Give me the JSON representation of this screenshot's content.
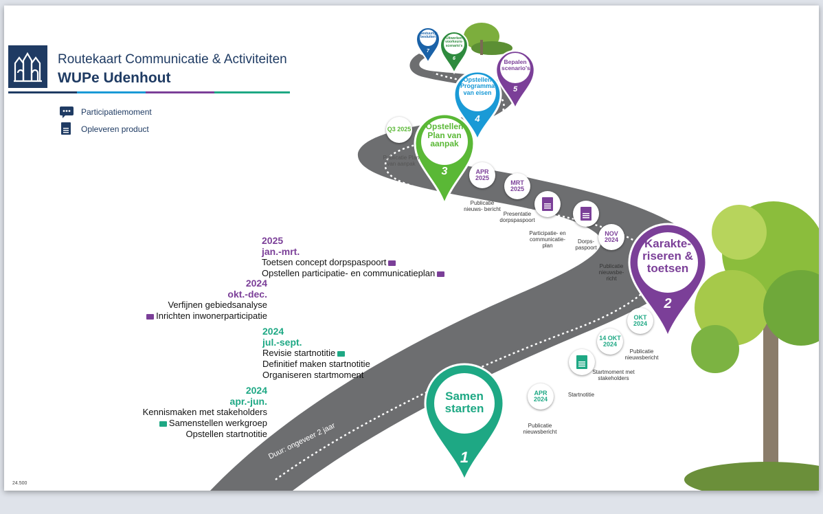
{
  "header": {
    "title": "Routekaart Communicatie & Activiteiten",
    "subtitle": "WUPe Udenhout"
  },
  "legend": [
    {
      "label": "Participatiemoment",
      "icon": "chat-icon"
    },
    {
      "label": "Opleveren product",
      "icon": "document-icon"
    }
  ],
  "colors": {
    "navy": "#1f3b63",
    "purple": "#7b3f98",
    "green": "#1ea884",
    "lightgreen": "#5ab836",
    "blue": "#1a9ad6",
    "darkgreen": "#2e8b3e",
    "road": "#6d6e70"
  },
  "phases": [
    {
      "year": "2025",
      "period": "jan.-mrt.",
      "color": "purple",
      "activities": [
        {
          "text": "Toetsen concept dorpspaspoort",
          "chat": "after"
        },
        {
          "text": "Opstellen participatie- en communicatieplan",
          "chat": "after"
        }
      ]
    },
    {
      "year": "2024",
      "period": "okt.-dec.",
      "color": "purple",
      "activities": [
        {
          "text": "Verfijnen gebiedsanalyse",
          "chat": ""
        },
        {
          "text": "Inrichten inwonerparticipatie",
          "chat": "before"
        }
      ]
    },
    {
      "year": "2024",
      "period": "jul.-sept.",
      "color": "green",
      "activities": [
        {
          "text": "Revisie startnotitie",
          "chat": "after"
        },
        {
          "text": "Definitief maken startnotitie",
          "chat": ""
        },
        {
          "text": "Organiseren startmoment",
          "chat": ""
        }
      ]
    },
    {
      "year": "2024",
      "period": "apr.-jun.",
      "color": "green",
      "activities": [
        {
          "text": "Kennismaken met stakeholders",
          "chat": ""
        },
        {
          "text": "Samenstellen werkgroep",
          "chat": "before"
        },
        {
          "text": "Opstellen startnotitie",
          "chat": ""
        }
      ]
    }
  ],
  "milestones": {
    "m1": {
      "title": "Samen starten",
      "number": "1"
    },
    "m2": {
      "title": "Karakte- riseren & toetsen",
      "number": "2"
    },
    "m3": {
      "title": "Opstellen Plan van aanpak",
      "number": "3"
    },
    "m4": {
      "title": "Opstellen Programma van eisen",
      "number": "4"
    },
    "m5": {
      "title": "Bepalen scenario's",
      "number": "5"
    },
    "m6": {
      "title": "Uitwerken voorkeurs- scenario's",
      "number": "6"
    },
    "m7": {
      "title": "Bestuurlijk besluiten",
      "number": "7"
    }
  },
  "road_items": {
    "apr2024": {
      "date": "APR 2024",
      "label": "Publicatie nieuwsbericht"
    },
    "startnotitie": {
      "label": "Startnotitie"
    },
    "okt14": {
      "date": "14 OKT 2024",
      "label": "Startmoment met stakeholders"
    },
    "okt2024": {
      "date": "OKT 2024",
      "label": "Publicatie nieuwsbericht"
    },
    "nov2024": {
      "date": "NOV 2024",
      "label": "Publicatie nieuwsbe- richt"
    },
    "dorpspaspoort": {
      "label": "Dorps- paspoort"
    },
    "commplan": {
      "label": "Participatie- en communicatie- plan"
    },
    "mrt2025": {
      "date": "MRT 2025",
      "label": "Presentatie dorpspaspoort"
    },
    "apr2025": {
      "date": "APR 2025",
      "label": "Publicatie nieuws- bericht"
    },
    "q32025": {
      "date": "Q3 2025",
      "label": "Publicatie Plan van aanpak"
    }
  },
  "duration": "Duur: ongeveer 2 jaar",
  "footer_code": "24.500"
}
